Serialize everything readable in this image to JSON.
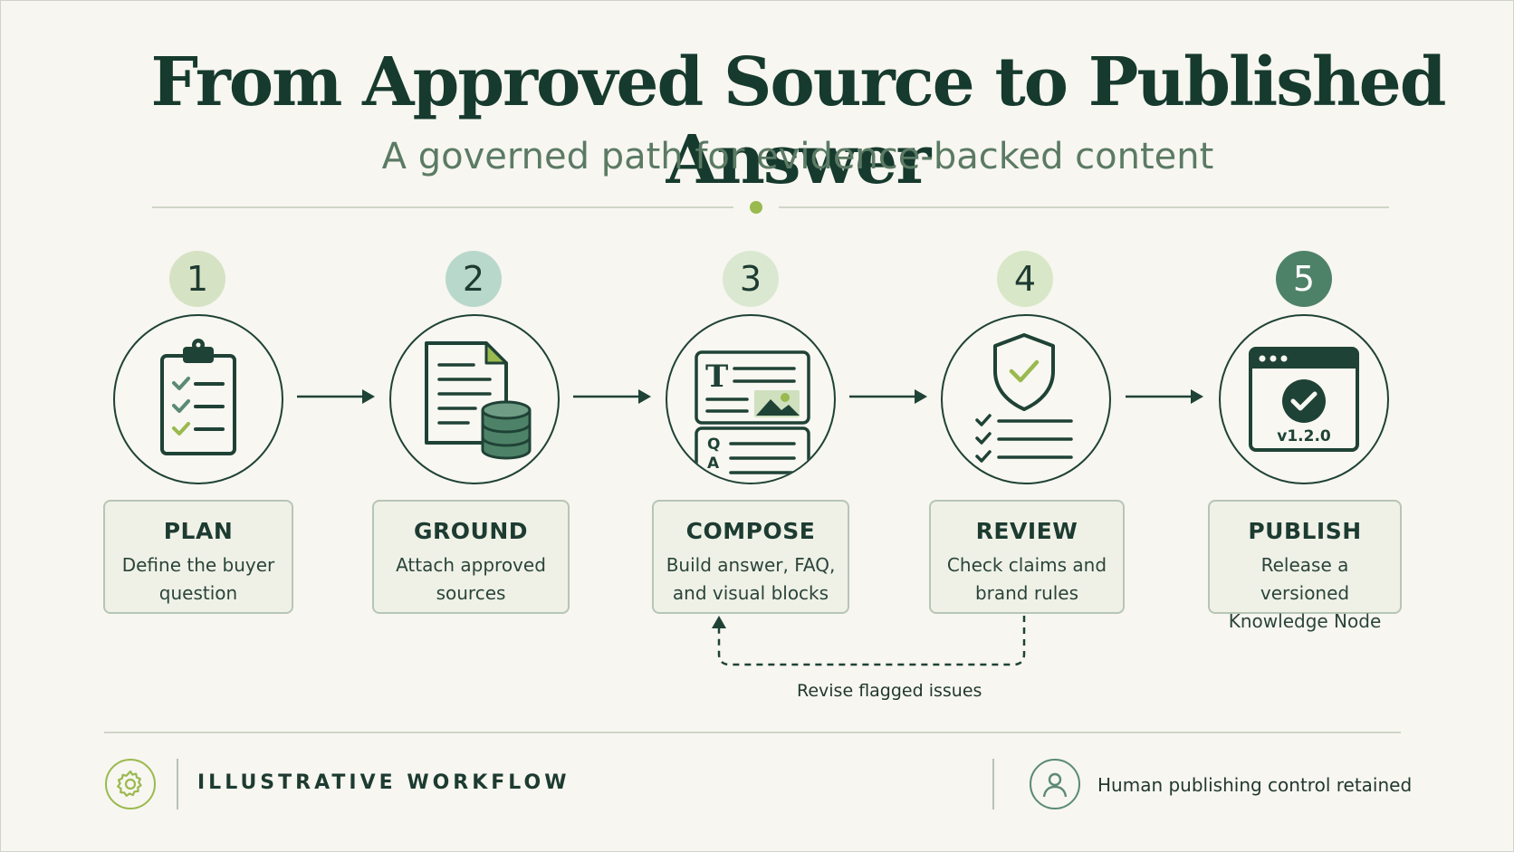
{
  "title": "From Approved Source to Published Answer",
  "subtitle": "A governed path for evidence-backed content",
  "colors": {
    "dark_green": "#1f4236",
    "accent_lime": "#9ab94f",
    "card_fill": "#eff1e7",
    "background": "#f7f6f0"
  },
  "steps": [
    {
      "number": "1",
      "name": "PLAN",
      "desc": "Define the buyer question",
      "icon": "clipboard-checklist-icon",
      "badge_color": "#d6e2c4"
    },
    {
      "number": "2",
      "name": "GROUND",
      "desc": "Attach approved sources",
      "icon": "document-database-icon",
      "badge_color": "#b9d8cc"
    },
    {
      "number": "3",
      "name": "COMPOSE",
      "desc": "Build answer, FAQ, and visual blocks",
      "icon": "content-blocks-icon",
      "badge_color": "#dbe8d1"
    },
    {
      "number": "4",
      "name": "REVIEW",
      "desc": "Check claims and brand rules",
      "icon": "shield-checklist-icon",
      "badge_color": "#d8e7c7"
    },
    {
      "number": "5",
      "name": "PUBLISH",
      "desc": "Release a versioned Knowledge Node",
      "icon": "browser-version-icon",
      "badge_color": "#4e8268",
      "version_label": "v1.2.0"
    }
  ],
  "compose_icon": {
    "title_letter": "T",
    "qa_q": "Q",
    "qa_a": "A"
  },
  "loop_label": "Revise flagged issues",
  "footer": {
    "left_label": "ILLUSTRATIVE WORKFLOW",
    "left_icon": "gear-icon",
    "right_label": "Human publishing control retained",
    "right_icon": "person-icon"
  }
}
